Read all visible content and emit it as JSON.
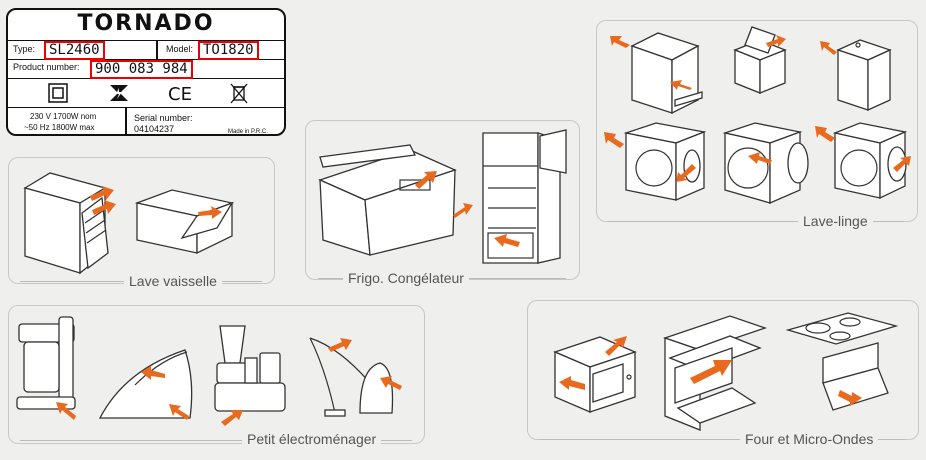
{
  "label": {
    "brand": "TORNADO",
    "type_label": "Type:",
    "type_value": "SL2460",
    "model_label": "Model:",
    "model_value": "TO1820",
    "product_label": "Product number:",
    "product_value": "900 083 984",
    "power_line1": "230 V 1700W nom",
    "power_line2": "~50 Hz 1800W max",
    "serial_label": "Serial number:",
    "serial_value": "04104237",
    "made_in": "Made in P.R.C."
  },
  "categories": {
    "dishwasher": "Lave vaisselle",
    "fridge": "Frigo. Congélateur",
    "washer": "Lave-linge",
    "small_appliances": "Petit électroménager",
    "oven": "Four et Micro-Ondes"
  },
  "colors": {
    "arrow": "#e86a1e",
    "highlight": "#e00000"
  }
}
